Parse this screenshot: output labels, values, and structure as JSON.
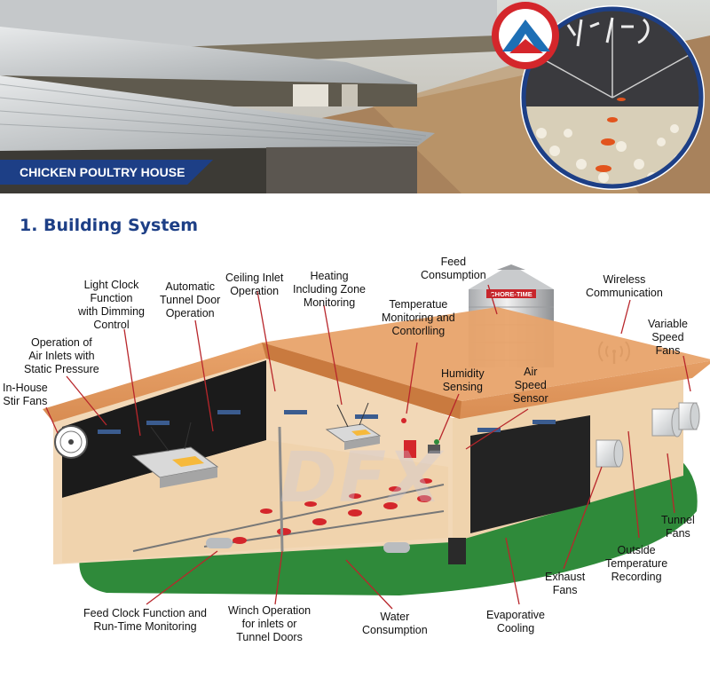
{
  "banner": {
    "label": "CHICKEN POULTRY HOUSE",
    "logo_color": "#d4262b",
    "accent": "#1d3f86"
  },
  "section": {
    "title": "1. Building System"
  },
  "silo_brand": "CHORE-TIME",
  "watermark": "DFX",
  "labels": {
    "light_clock": [
      "Light Clock",
      "Function",
      "with Dimming",
      "Control"
    ],
    "auto_tunnel_door": [
      "Automatic",
      "Tunnel Door",
      "Operation"
    ],
    "ceiling_inlet": [
      "Ceiling Inlet",
      "Operation"
    ],
    "heating": [
      "Heating",
      "Including Zone",
      "Monitoring"
    ],
    "feed_consumption": [
      "Feed",
      "Consumption"
    ],
    "temperature": [
      "Temperatue",
      "Monitoring and",
      "Contorlling"
    ],
    "wireless": [
      "Wireless",
      "Communication"
    ],
    "variable_speed": [
      "Variable",
      "Speed",
      "Fans"
    ],
    "air_inlets": [
      "Operation of",
      "Air Inlets with",
      "Static Pressure"
    ],
    "stir_fans": [
      "In-House",
      "Stir Fans"
    ],
    "humidity": [
      "Humidity",
      "Sensing"
    ],
    "air_speed": [
      "Air",
      "Speed",
      "Sensor"
    ],
    "tunnel_fans": [
      "Tunnel",
      "Fans"
    ],
    "outside_temp": [
      "Outside",
      "Temperature",
      "Recording"
    ],
    "exhaust_fans": [
      "Exhaust",
      "Fans"
    ],
    "evaporative": [
      "Evaporative",
      "Cooling"
    ],
    "water": [
      "Water",
      "Consumption"
    ],
    "winch": [
      "Winch Operation",
      "for inlets or",
      "Tunnel Doors"
    ],
    "feed_clock": [
      "Feed Clock Function and",
      "Run-Time Monitoring"
    ]
  }
}
